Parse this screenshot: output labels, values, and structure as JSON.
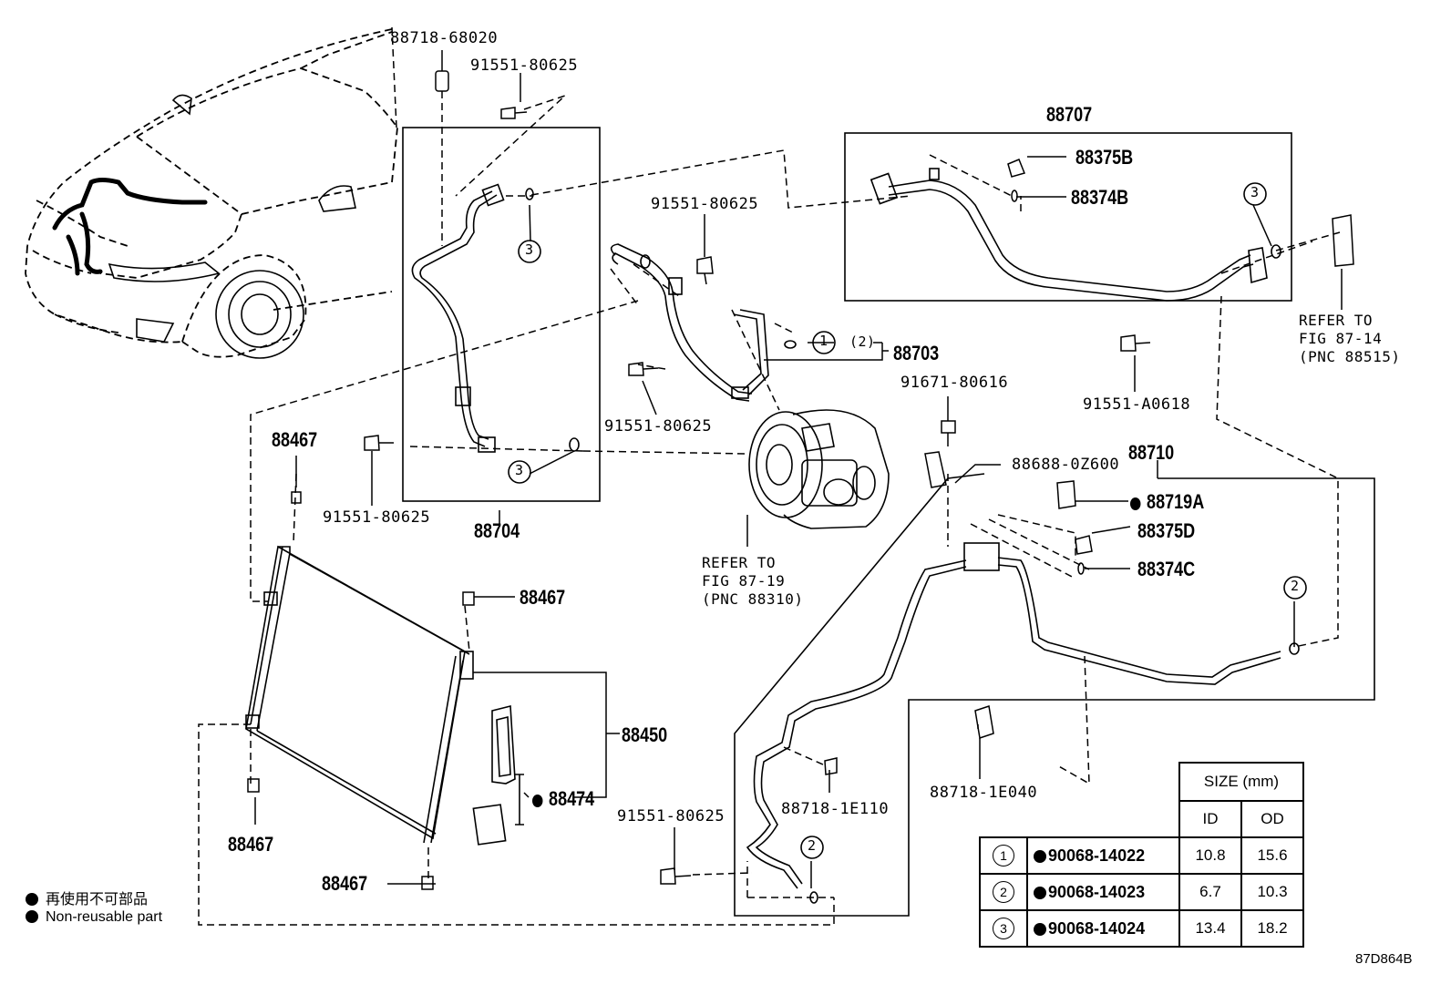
{
  "labels": {
    "p88718_68020": "88718-68020",
    "p91551_80625_a": "91551-80625",
    "p91551_80625_b": "91551-80625",
    "p91551_80625_c": "91551-80625",
    "p91551_80625_d": "91551-80625",
    "p91551_80625_e": "91551-80625",
    "p88707": "88707",
    "p88375B": "88375B",
    "p88374B": "88374B",
    "p88703": "88703",
    "p91671_80616": "91671-80616",
    "p91551_A0618": "91551-A0618",
    "p88688_0Z600": "88688-0Z600",
    "p88710": "88710",
    "p88719A": "88719A",
    "p88375D": "88375D",
    "p88374C": "88374C",
    "p88467_a": "88467",
    "p88467_b": "88467",
    "p88467_c": "88467",
    "p88467_d": "88467",
    "p88704": "88704",
    "p88450": "88450",
    "p88474": "88474",
    "p88718_1E110": "88718-1E110",
    "p88718_1E040": "88718-1E040",
    "ref_87_19": [
      "REFER TO",
      "FIG 87-19",
      "(PNC 88310)"
    ],
    "ref_87_14": [
      "REFER TO",
      "FIG 87-14",
      "(PNC 88515)"
    ],
    "circle_1": "1",
    "circle_2_paren": "(2)",
    "circle_2": "2",
    "circle_3": "3",
    "diagram_code": "87D864B"
  },
  "legend": {
    "ja": "再使用不可部品",
    "en": "Non-reusable part"
  },
  "size_table": {
    "title": "SIZE (mm)",
    "col_id": "ID",
    "col_od": "OD",
    "rows": [
      {
        "ref": "1",
        "part": "90068-14022",
        "id": "10.8",
        "od": "15.6"
      },
      {
        "ref": "2",
        "part": "90068-14023",
        "id": "6.7",
        "od": "10.3"
      },
      {
        "ref": "3",
        "part": "90068-14024",
        "id": "13.4",
        "od": "18.2"
      }
    ]
  },
  "colors": {
    "ink": "#000000",
    "background": "#ffffff"
  }
}
